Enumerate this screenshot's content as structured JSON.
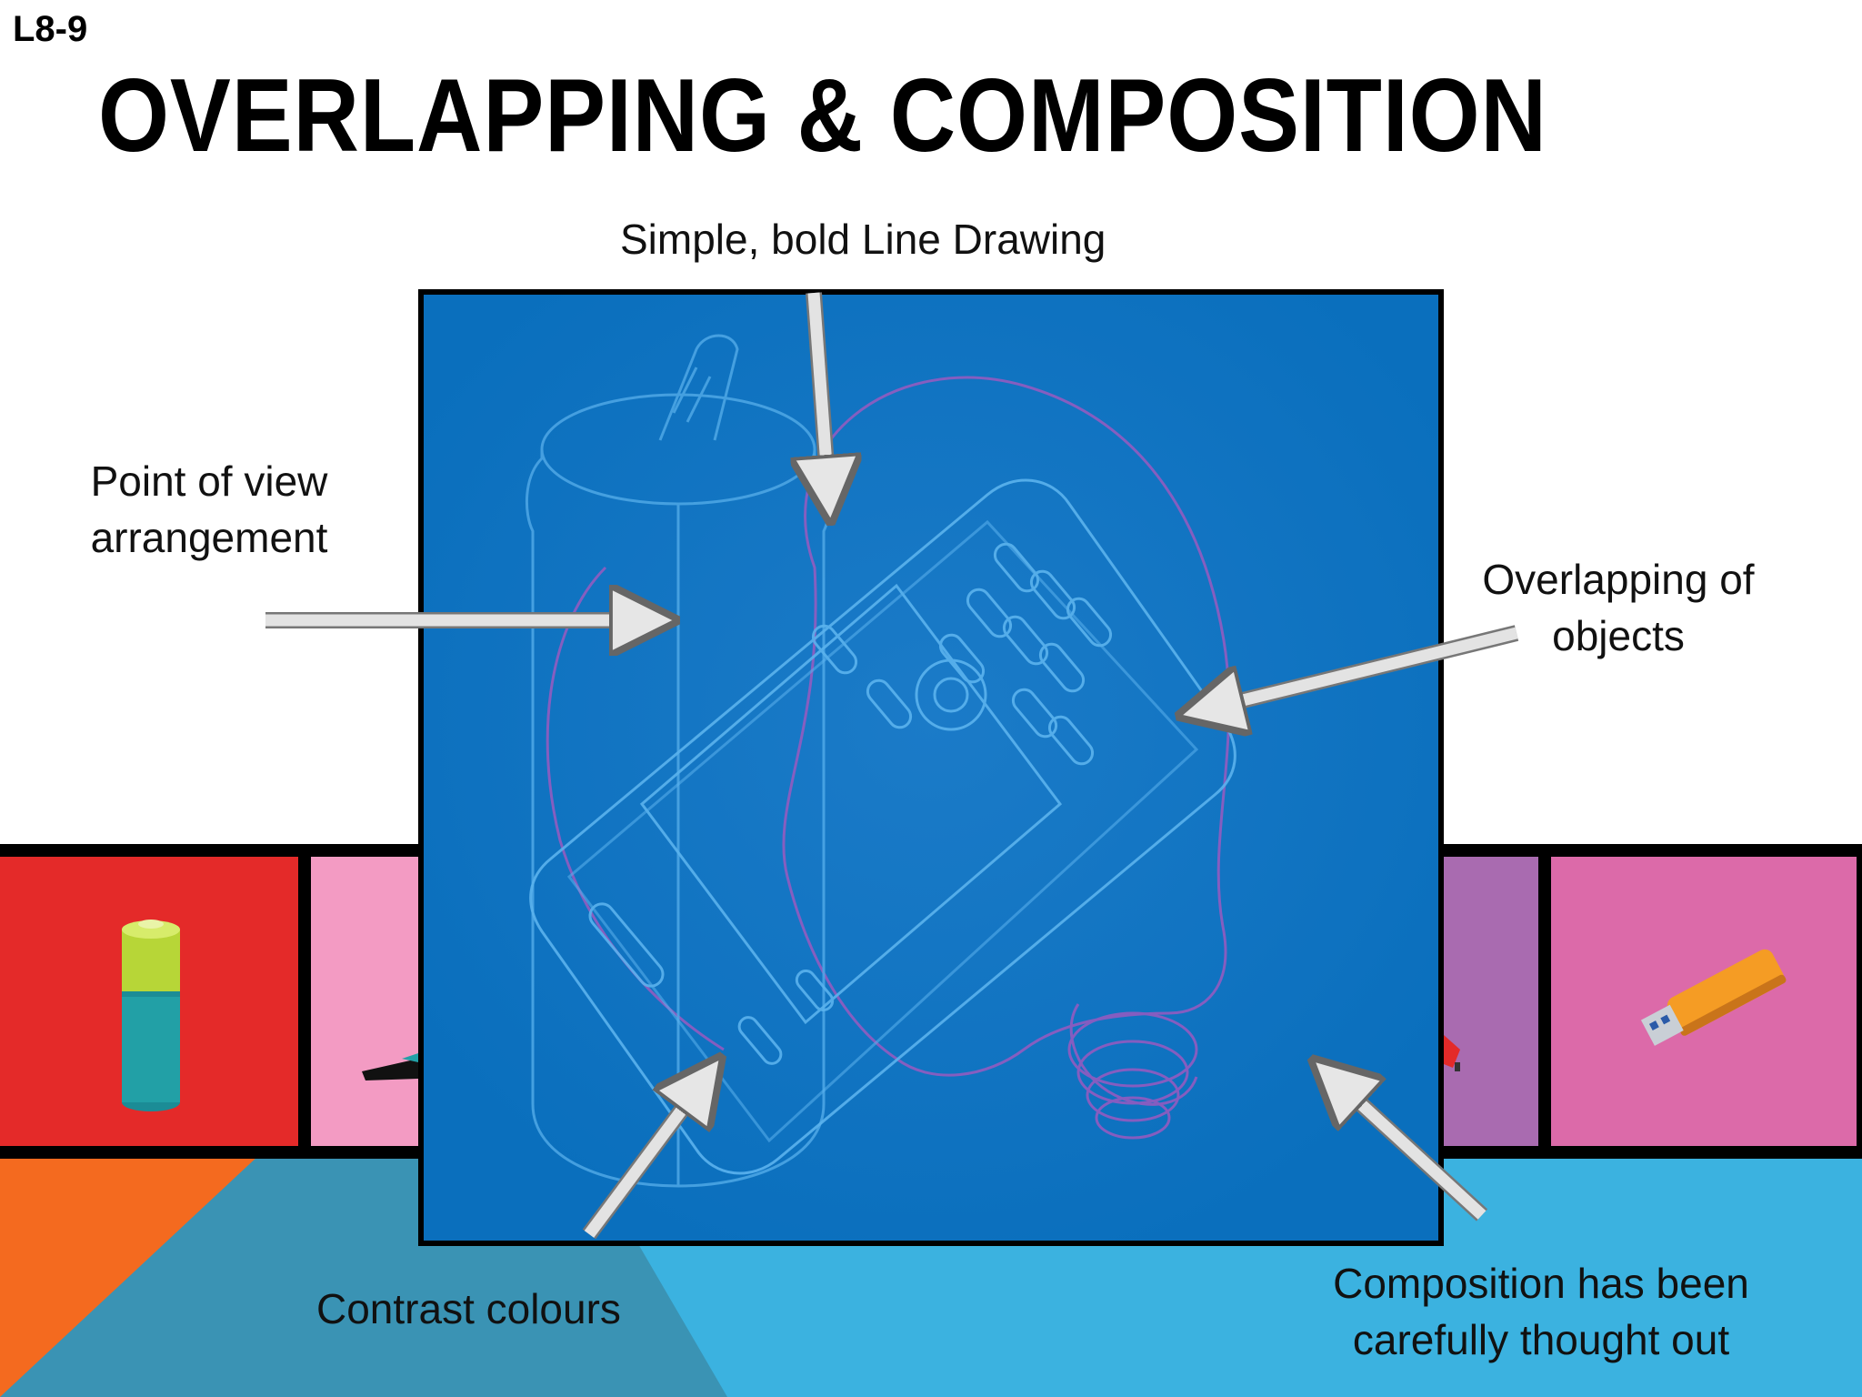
{
  "slide": {
    "lesson_code": "L8-9",
    "title": "OVERLAPPING & COMPOSITION"
  },
  "annotations": {
    "top": "Simple, bold Line Drawing",
    "left_line1": "Point of view",
    "left_line2": "arrangement",
    "right_line1": "Overlapping of",
    "right_line2": "objects",
    "bottom_left": "Contrast colours",
    "bottom_right_line1": "Composition has been",
    "bottom_right_line2": "carefully thought out"
  },
  "colors": {
    "panel_blue": "#0a6fbd",
    "bottom_light_blue": "#3bb2e0",
    "bottom_teal": "#3a93b4",
    "bottom_orange": "#f46a1f",
    "cell_red": "#e42a29",
    "cell_pink": "#f39bc3",
    "cell_purple": "#a96bb0",
    "cell_magenta": "#dc6aa9",
    "line_light": "#4fa8e6",
    "line_purple": "#9a5ac0"
  },
  "icons": {
    "battery": "battery-icon",
    "usb": "usb-stick-icon",
    "can": "soda-can-drawing",
    "phone": "mobile-phone-drawing",
    "bulb": "light-bulb-drawing"
  }
}
